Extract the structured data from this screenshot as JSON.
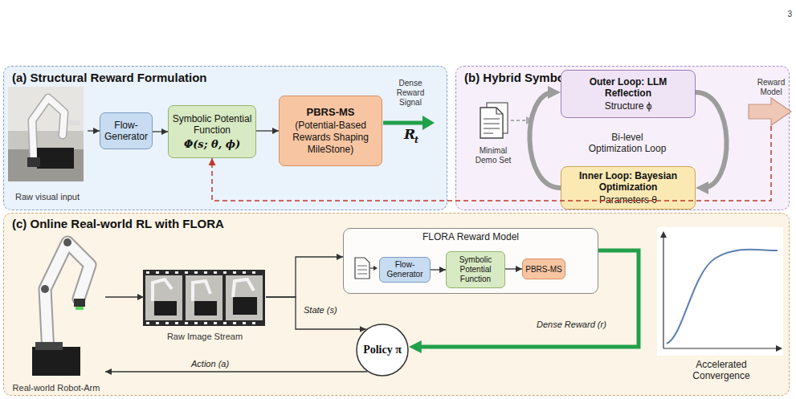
{
  "diagram": {
    "nodes": [
      {
        "text": [
          "(a) Structural Reward Formulation"
        ]
      },
      {
        "text": [
          "Raw visual input"
        ],
        "in": 0
      },
      {
        "text": [
          "Flow- Generator"
        ],
        "in": 0
      },
      {
        "text": [
          "Symbolic Potential Function",
          "Φ(s; θ, ϕ)"
        ],
        "in": 0
      },
      {
        "text": [
          "PBRS-MS",
          "(Potential-Based Rewards Shaping MileStone)"
        ],
        "in": 0
      },
      {
        "text": [
          "(b) Hybrid Symbolic-Numerical Learning"
        ]
      },
      {
        "text": [
          "Outer Loop: LLM Reflection",
          "Structure ϕ"
        ],
        "in": 5
      },
      {
        "text": [
          "Inner Loop: Bayesian Optimization",
          "Parameters θ"
        ],
        "in": 5
      },
      {
        "text": [
          "Reward Model"
        ],
        "in": 5
      },
      {
        "text": [
          "(c) Online Real-world RL with FLORA"
        ]
      },
      {
        "text": [
          "Real-world Robot-Arm"
        ],
        "in": 9
      },
      {
        "text": [
          "Raw Image Stream"
        ],
        "in": 9
      },
      {
        "text": [
          "FLORA Reward Model"
        ],
        "in": 9
      },
      {
        "text": [
          "Flow- Generator"
        ],
        "in": 12
      },
      {
        "text": [
          "Symbolic Potential Function"
        ],
        "in": 12
      },
      {
        "text": [
          "PBRS-MS"
        ],
        "in": 12
      },
      {
        "text": [
          "Policy π"
        ],
        "in": 9
      }
    ],
    "edges": [
      {
        "from": 1,
        "to": 2,
        "arrow": "to"
      },
      {
        "from": 2,
        "to": 3,
        "arrow": "to"
      },
      {
        "from": 3,
        "to": 4,
        "arrow": "to"
      },
      {
        "from": 8,
        "to": 3,
        "arrow": "to"
      },
      {
        "from": 6,
        "to": 7,
        "arrow": "to"
      },
      {
        "from": 7,
        "to": 6,
        "arrow": "to"
      },
      {
        "from": 10,
        "to": 11,
        "arrow": "to"
      },
      {
        "from": 11,
        "to": 12,
        "arrow": "to"
      },
      {
        "from": 11,
        "to": 16,
        "label": "State (s)",
        "arrow": "to"
      },
      {
        "from": 12,
        "to": 16,
        "label": "Dense Reward (r)",
        "arrow": "to"
      },
      {
        "from": 16,
        "to": 10,
        "label": "Action (a)",
        "arrow": "to"
      },
      {
        "from": 13,
        "to": 14,
        "arrow": "to"
      },
      {
        "from": 14,
        "to": 15,
        "arrow": "to"
      }
    ],
    "labels": [
      "3",
      "Dense Reward Signal",
      "R",
      "t",
      "Minimal Demo Set",
      "Bi-level Optimization Loop",
      "Accelerated Convergence"
    ]
  }
}
